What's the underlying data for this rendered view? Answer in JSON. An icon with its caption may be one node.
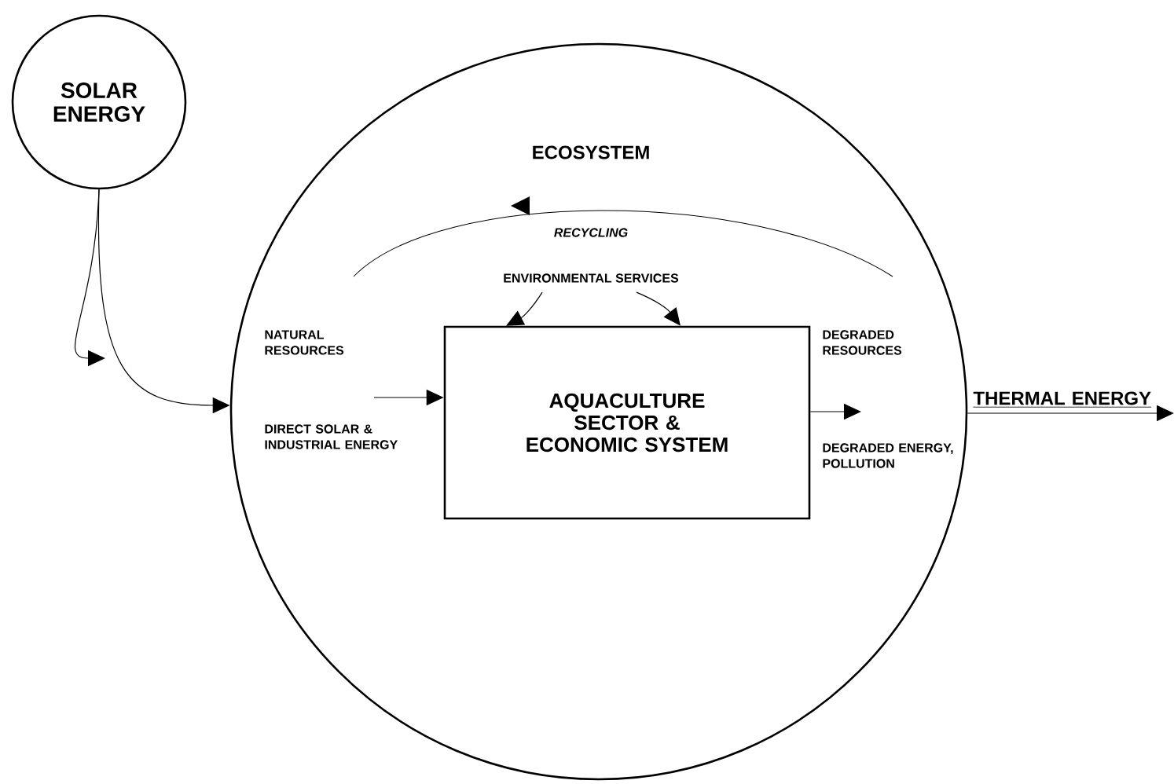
{
  "diagram": {
    "nodes": [
      {
        "text": [
          "SOLAR ENERGY"
        ]
      },
      {
        "text": [
          "ECOSYSTEM"
        ]
      },
      {
        "text": [
          "AQUACULTURE SECTOR & ECONOMIC SYSTEM"
        ],
        "in": 1
      },
      {
        "text": [
          "ENVIRONMENTAL SERVICES"
        ],
        "in": 1
      }
    ],
    "edges": [
      {
        "from": 0,
        "to": null,
        "arrow": "to"
      },
      {
        "from": 0,
        "to": 1,
        "arrow": "to"
      },
      {
        "from": null,
        "to": 2,
        "arrow": "to"
      },
      {
        "from": 3,
        "to": 2,
        "arrow": "to"
      },
      {
        "from": 3,
        "to": 2,
        "arrow": "to"
      },
      {
        "from": 2,
        "to": null,
        "arrow": "to"
      },
      {
        "from": 1,
        "to": null,
        "arrow": "to",
        "label": "THERMAL ENERGY"
      }
    ],
    "labels": [
      "RECYCLING",
      "NATURAL RESOURCES",
      "DEGRADED RESOURCES",
      "DIRECT SOLAR & INDUSTRIAL ENERGY",
      "DEGRADED ENERGY, POLLUTION"
    ]
  }
}
